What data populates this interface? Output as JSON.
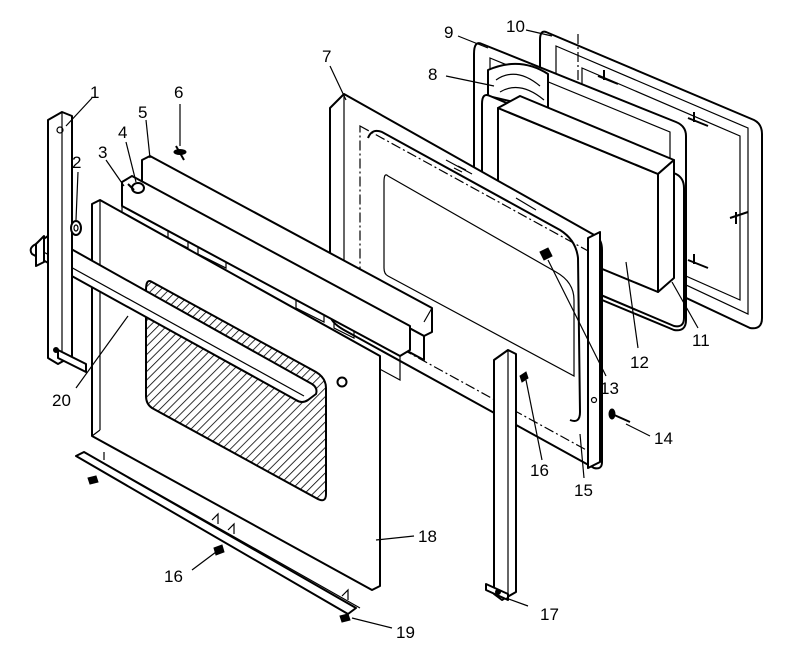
{
  "diagram": {
    "callouts": {
      "c1": "1",
      "c2": "2",
      "c3": "3",
      "c4": "4",
      "c5": "5",
      "c6": "6",
      "c7": "7",
      "c8": "8",
      "c9": "9",
      "c10": "10",
      "c11": "11",
      "c12": "12",
      "c13": "13",
      "c14": "14",
      "c15": "15",
      "c16a": "16",
      "c16b": "16",
      "c17": "17",
      "c18": "18",
      "c19": "19",
      "c20": "20"
    }
  }
}
